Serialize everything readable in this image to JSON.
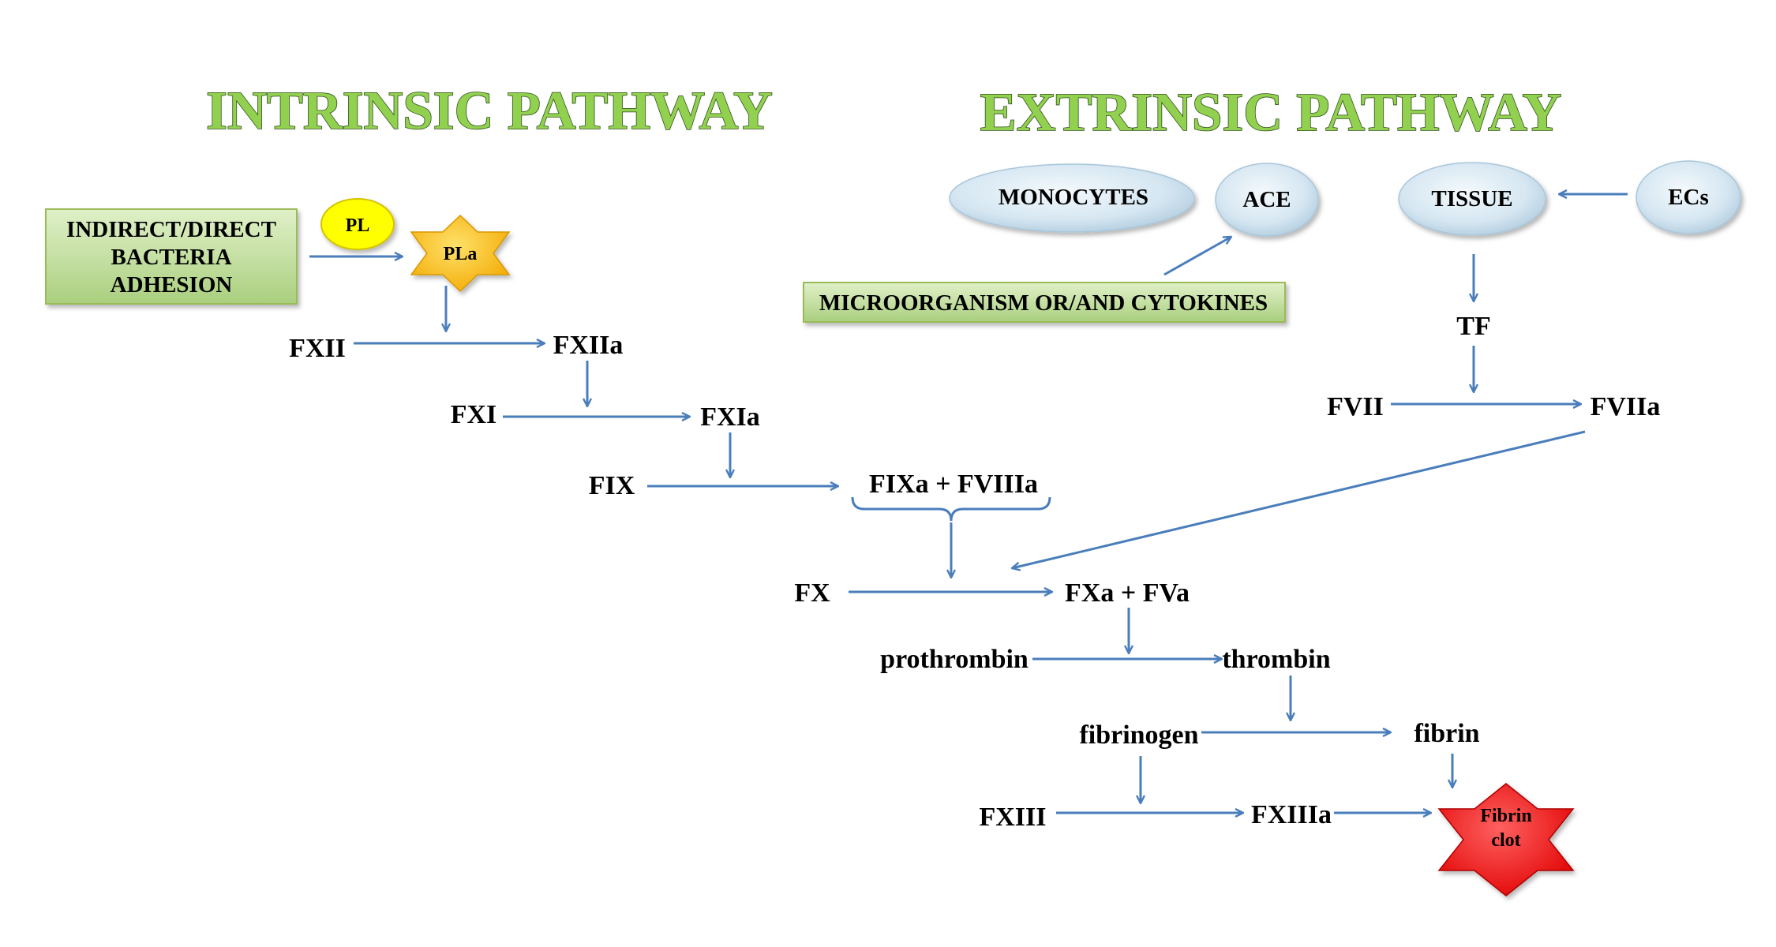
{
  "titles": {
    "intrinsic": "INTRINSIC PATHWAY",
    "extrinsic": "EXTRINSIC PATHWAY"
  },
  "nodes": {
    "adhesion": [
      "INDIRECT/DIRECT",
      "BACTERIA",
      "ADHESION"
    ],
    "pl": "PL",
    "pla": "PLa",
    "monocytes": "MONOCYTES",
    "ace": "ACE",
    "tissue": "TISSUE",
    "ecs": "ECs",
    "microorganism": "MICROORGANISM  OR/AND CYTOKINES",
    "tf": "TF",
    "fxii": "FXII",
    "fxiia": "FXIIa",
    "fxi": "FXI",
    "fxia": "FXIa",
    "fix": "FIX",
    "fixa_fviiia": "FIXa + FVIIIa",
    "fvii": "FVII",
    "fviia": "FVIIa",
    "fx": "FX",
    "fxa_fva": "FXa + FVa",
    "prothrombin": "prothrombin",
    "thrombin": "thrombin",
    "fibrinogen": "fibrinogen",
    "fibrin": "fibrin",
    "fxiii": "FXIII",
    "fxiiia": "FXIIIa",
    "fibrin_clot": [
      "Fibrin",
      "clot"
    ]
  },
  "colors": {
    "title_fill": "#92d050",
    "arrow": "#4a7ebb",
    "box_green": "#c6e0a4",
    "ellipse_blue": "#cfe2ee",
    "pl_yellow": "#ffff00",
    "pla_gold": "#ffc000",
    "clot_red": "#ff2a2a"
  }
}
